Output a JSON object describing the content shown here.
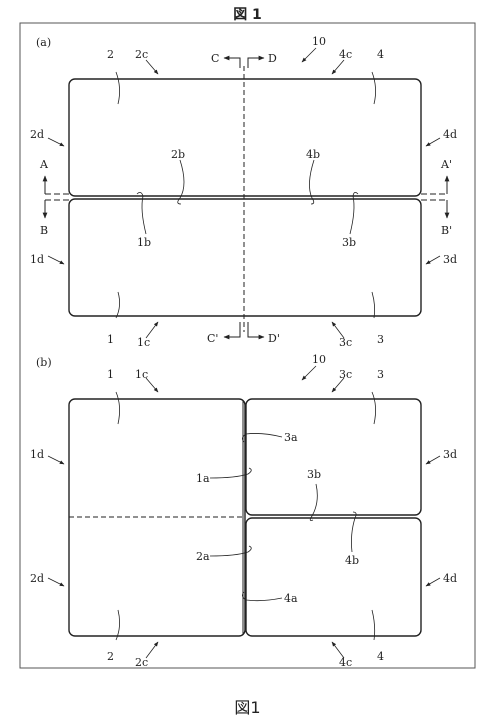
{
  "figure": {
    "title": "図 1",
    "caption": "図1"
  },
  "panel_a": {
    "label": "(a)",
    "ref": "10",
    "labels": {
      "n2": "2",
      "n2c": "2c",
      "n4": "4",
      "n4c": "4c",
      "n2d": "2d",
      "n4d": "4d",
      "n2b": "2b",
      "n4b": "4b",
      "n1b": "1b",
      "n3b": "3b",
      "n1d": "1d",
      "n3d": "3d",
      "n1": "1",
      "n1c": "1c",
      "n3c": "3c",
      "n3": "3",
      "A": "A",
      "B": "B",
      "A2": "A'",
      "B2": "B'",
      "C": "C",
      "D": "D",
      "C2": "C'",
      "D2": "D'"
    }
  },
  "panel_b": {
    "label": "(b)",
    "ref": "10",
    "labels": {
      "n1": "1",
      "n1c": "1c",
      "n3c": "3c",
      "n3": "3",
      "n1d": "1d",
      "n3d": "3d",
      "n3a": "3a",
      "n1a": "1a",
      "n3b": "3b",
      "n2a": "2a",
      "n4b": "4b",
      "n4a": "4a",
      "n2d": "2d",
      "n4d": "4d",
      "n2": "2",
      "n2c": "2c",
      "n4c": "4c",
      "n4": "4"
    }
  }
}
